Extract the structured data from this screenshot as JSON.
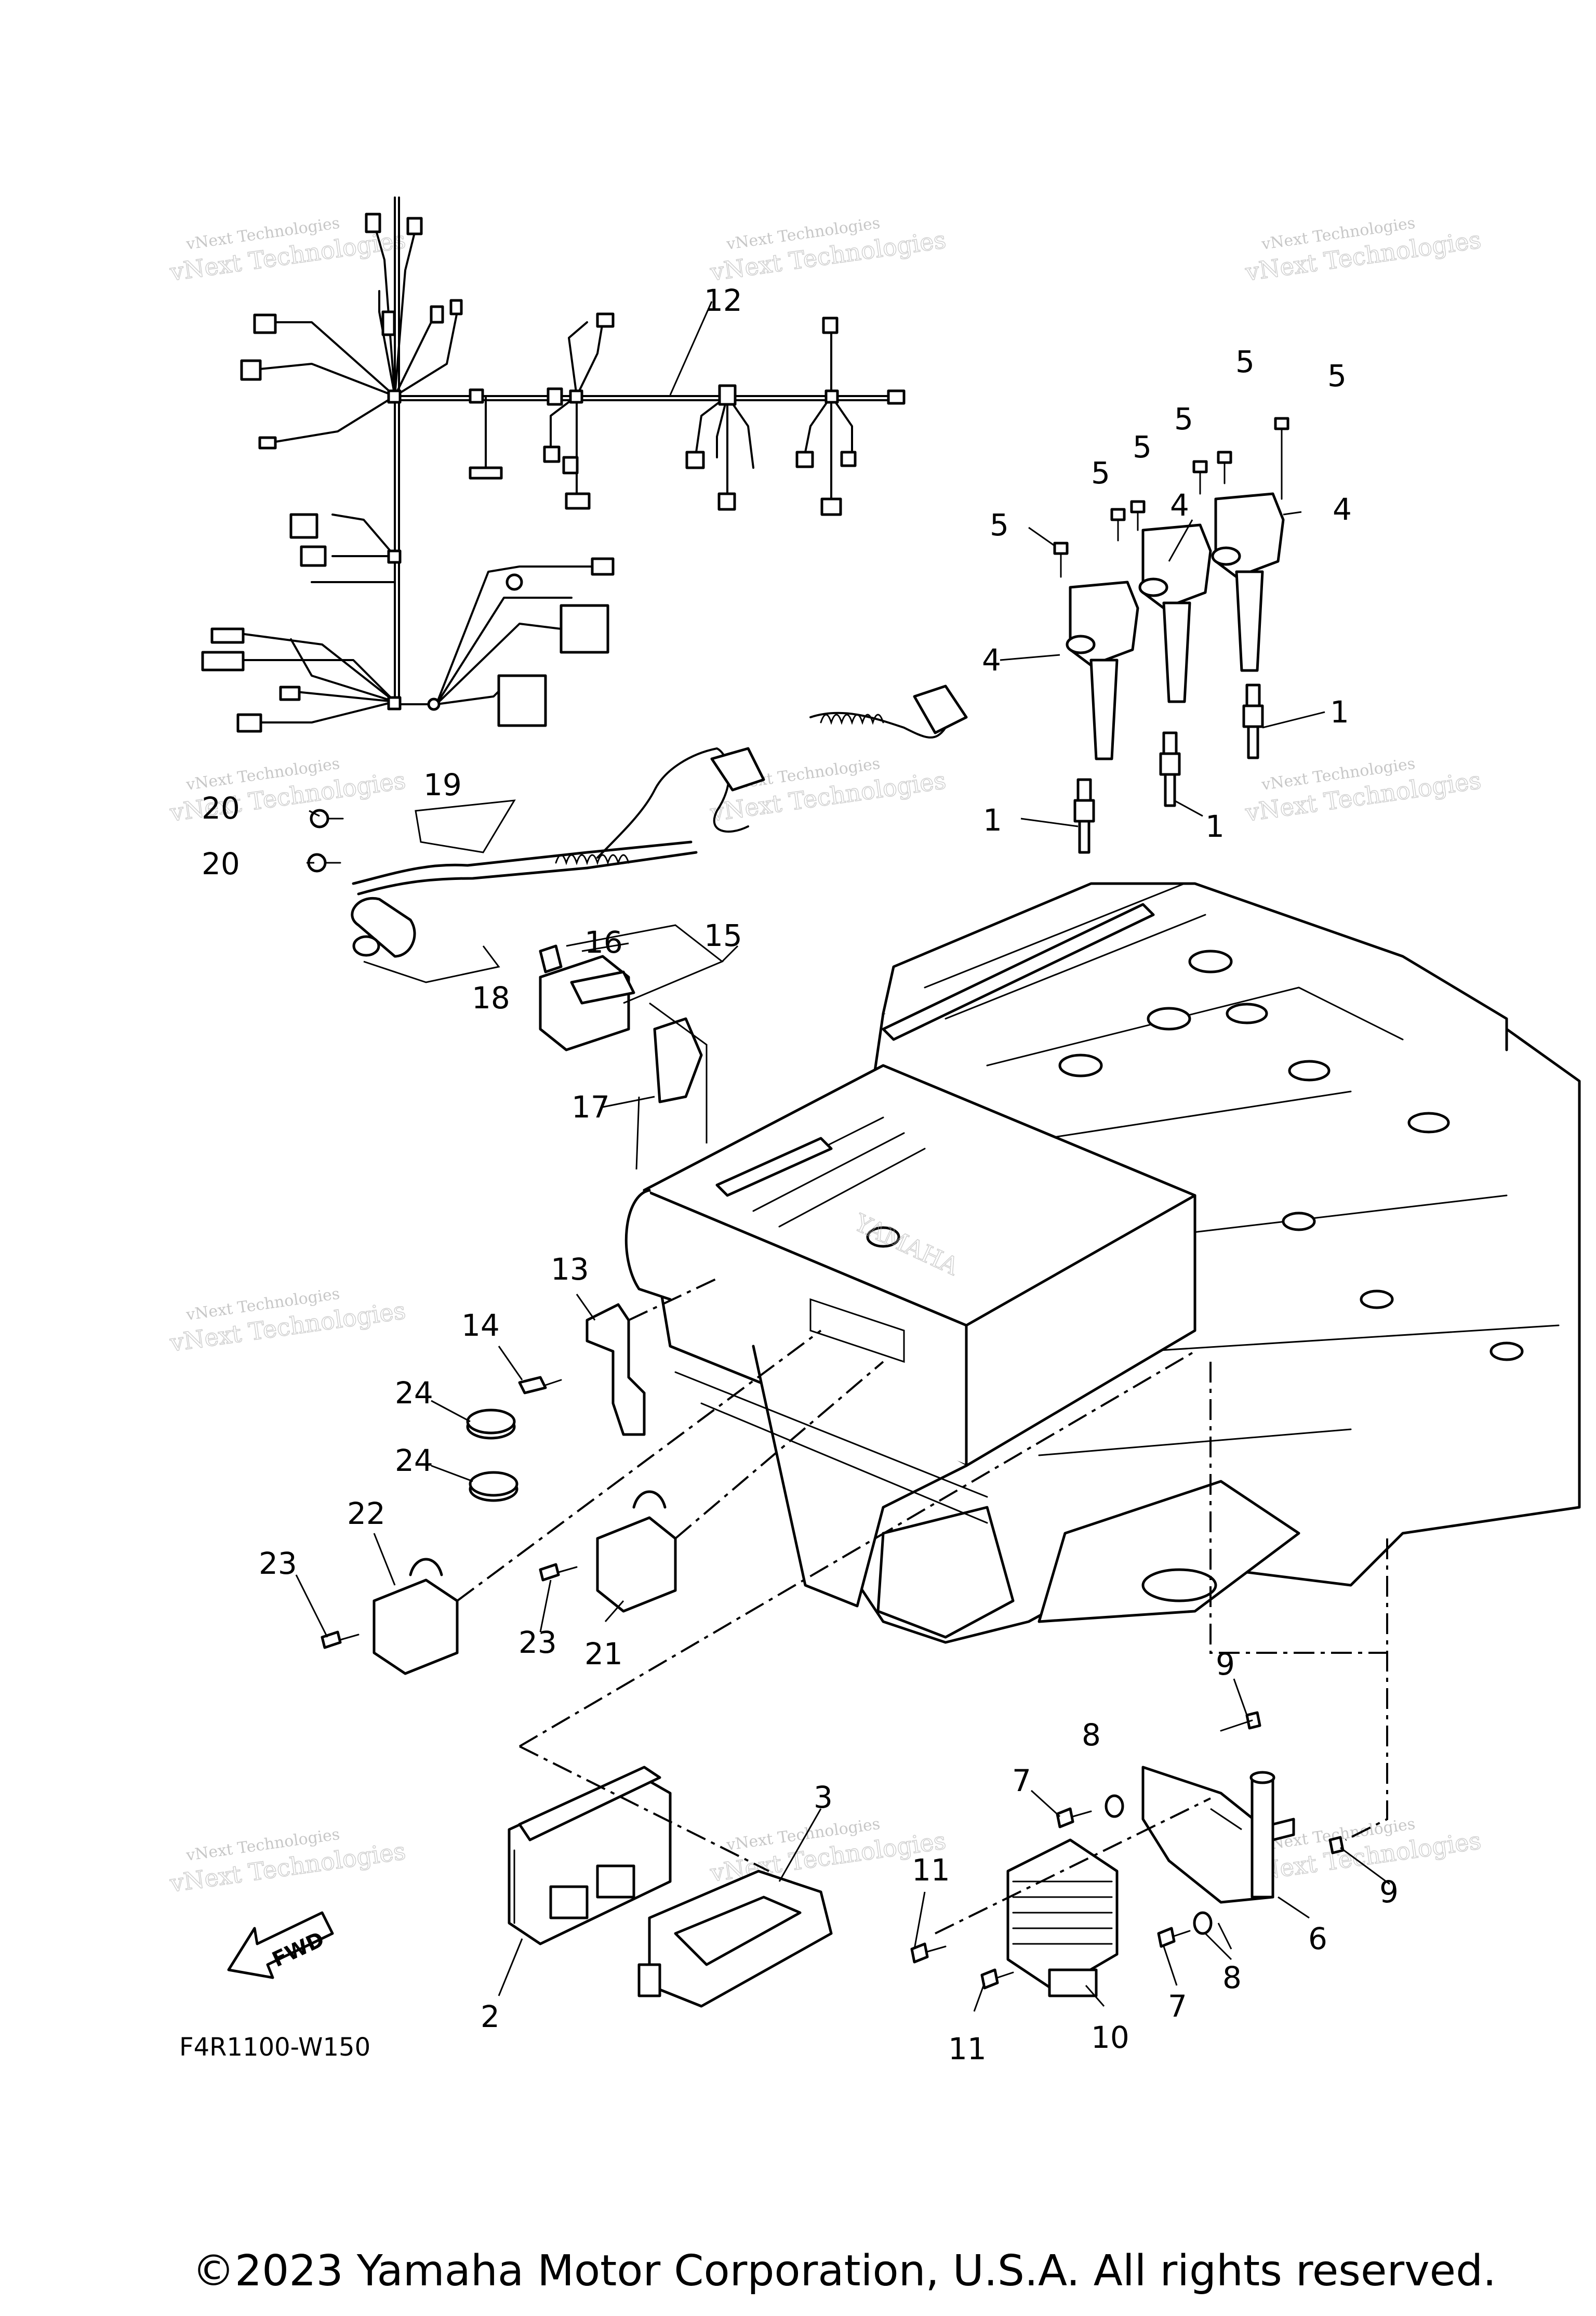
{
  "diagram": {
    "drawing_code": "F4R1100-W150",
    "fwd_label": "FWD",
    "watermark_line1": "vNext Technologies",
    "watermark_line2": "vNext Technologies",
    "engine_badge": "YAMAHA",
    "callouts": {
      "c1a": "1",
      "c1b": "1",
      "c1c": "1",
      "c2": "2",
      "c3": "3",
      "c4a": "4",
      "c4b": "4",
      "c4c": "4",
      "c5a": "5",
      "c5b": "5",
      "c5c": "5",
      "c5d": "5",
      "c5e": "5",
      "c5f": "5",
      "c6": "6",
      "c7a": "7",
      "c7b": "7",
      "c8a": "8",
      "c8b": "8",
      "c9a": "9",
      "c9b": "9",
      "c10": "10",
      "c11a": "11",
      "c11b": "11",
      "c12": "12",
      "c13": "13",
      "c14": "14",
      "c15": "15",
      "c16": "16",
      "c17": "17",
      "c18": "18",
      "c19": "19",
      "c20a": "20",
      "c20b": "20",
      "c21": "21",
      "c22": "22",
      "c23a": "23",
      "c23b": "23",
      "c24a": "24",
      "c24b": "24"
    }
  },
  "footer": {
    "copyright": "©2023 Yamaha Motor Corporation, U.S.A. All rights reserved."
  }
}
